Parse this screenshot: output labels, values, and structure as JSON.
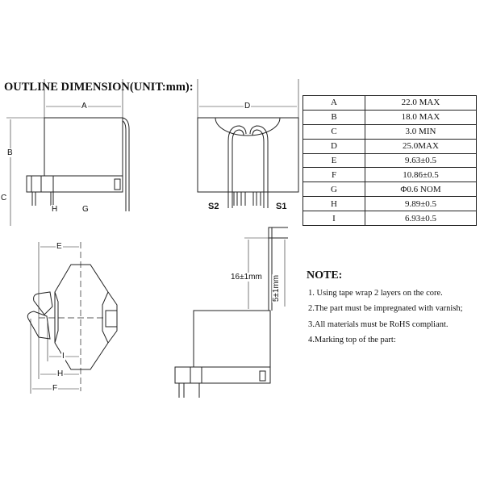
{
  "title": "OUTLINE DIMENSION(UNIT:mm):",
  "dimension_table": [
    {
      "key": "A",
      "value": "22.0 MAX"
    },
    {
      "key": "B",
      "value": "18.0 MAX"
    },
    {
      "key": "C",
      "value": "3.0 MIN"
    },
    {
      "key": "D",
      "value": "25.0MAX"
    },
    {
      "key": "E",
      "value": "9.63±0.5"
    },
    {
      "key": "F",
      "value": "10.86±0.5"
    },
    {
      "key": "G",
      "value": "Φ0.6 NOM"
    },
    {
      "key": "H",
      "value": "9.89±0.5"
    },
    {
      "key": "I",
      "value": "6.93±0.5"
    }
  ],
  "drawing_labels": {
    "A": "A",
    "B": "B",
    "C": "C",
    "D": "D",
    "E": "E",
    "F": "F",
    "G": "G",
    "H": "H",
    "I": "I",
    "S1": "S1",
    "S2": "S2",
    "lead_length": "16±1mm",
    "tab_length": "5±1mm"
  },
  "notes": {
    "heading": "NOTE:",
    "items": [
      "1. Using tape wrap 2 layers  on the core.",
      "2.The part must be impregnated with varnish;",
      "3.All materials must be RoHS compliant.",
      "4.Marking top of the part:"
    ]
  }
}
